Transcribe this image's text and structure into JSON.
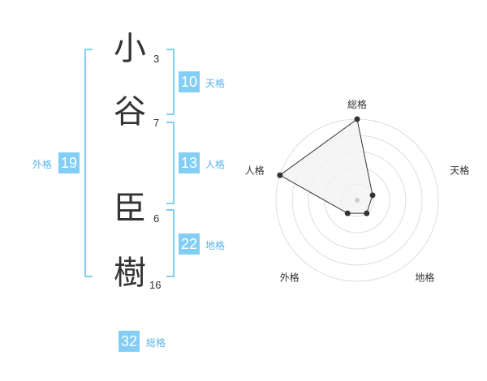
{
  "name": {
    "chars": [
      {
        "char": "小",
        "strokes": "3"
      },
      {
        "char": "谷",
        "strokes": "7"
      },
      {
        "char": "臣",
        "strokes": "6"
      },
      {
        "char": "樹",
        "strokes": "16"
      }
    ]
  },
  "fortune": {
    "tenkaku": {
      "value": "10",
      "label": "天格"
    },
    "jinkaku": {
      "value": "13",
      "label": "人格"
    },
    "chikaku": {
      "value": "22",
      "label": "地格"
    },
    "gaikaku": {
      "value": "19",
      "label": "外格"
    },
    "soukaku": {
      "value": "32",
      "label": "総格"
    }
  },
  "colors": {
    "accent": "#82cef5",
    "label": "#5ab4ea",
    "text": "#333333",
    "grid": "#dddddd",
    "fill": "#f2f2f2"
  },
  "chart_data": {
    "type": "radar",
    "axes": [
      "総格",
      "天格",
      "地格",
      "外格",
      "人格"
    ],
    "values": [
      5,
      1,
      1,
      1,
      5
    ],
    "rmax": 5,
    "rings": 5
  }
}
